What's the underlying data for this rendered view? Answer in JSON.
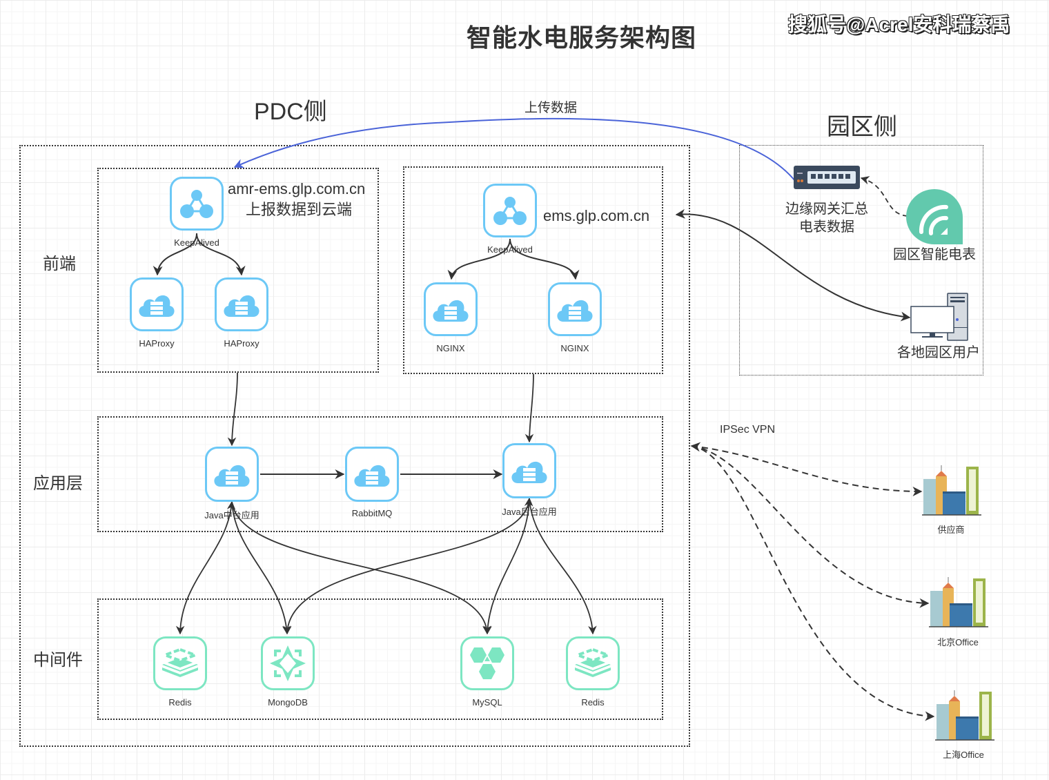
{
  "title": "智能水电服务架构图",
  "watermark": "搜狐号@Acrel安科瑞蔡禹",
  "sides": {
    "pdc": "PDC侧",
    "park": "园区侧"
  },
  "connections": {
    "upload_label": "上传数据",
    "vpn_label": "IPSec VPN"
  },
  "layers": {
    "frontend": "前端",
    "application": "应用层",
    "middleware": "中间件"
  },
  "frontend": {
    "left": {
      "domain": "amr-ems.glp.com.cn",
      "desc": "上报数据到云端",
      "keepalived": "KeepAlived",
      "proxies": [
        "HAProxy",
        "HAProxy"
      ]
    },
    "right": {
      "domain": "ems.glp.com.cn",
      "keepalived": "KeepAlived",
      "proxies": [
        "NGINX",
        "NGINX"
      ]
    }
  },
  "application": {
    "nodes": [
      "Java中台应用",
      "RabbitMQ",
      "Java后台应用"
    ]
  },
  "middleware": {
    "nodes": [
      "Redis",
      "MongoDB",
      "MySQL",
      "Redis"
    ]
  },
  "park": {
    "gateway": [
      "边缘网关汇总",
      "电表数据"
    ],
    "meter": "园区智能电表",
    "users": "各地园区用户"
  },
  "offices": [
    "供应商",
    "北京Office",
    "上海Office"
  ],
  "colors": {
    "blue_icon": "#6cc8f6",
    "green_icon": "#7de6c2",
    "upload_line": "#4a63d8",
    "meter": "#62c9ad",
    "gateway": "#3b4a5e"
  }
}
